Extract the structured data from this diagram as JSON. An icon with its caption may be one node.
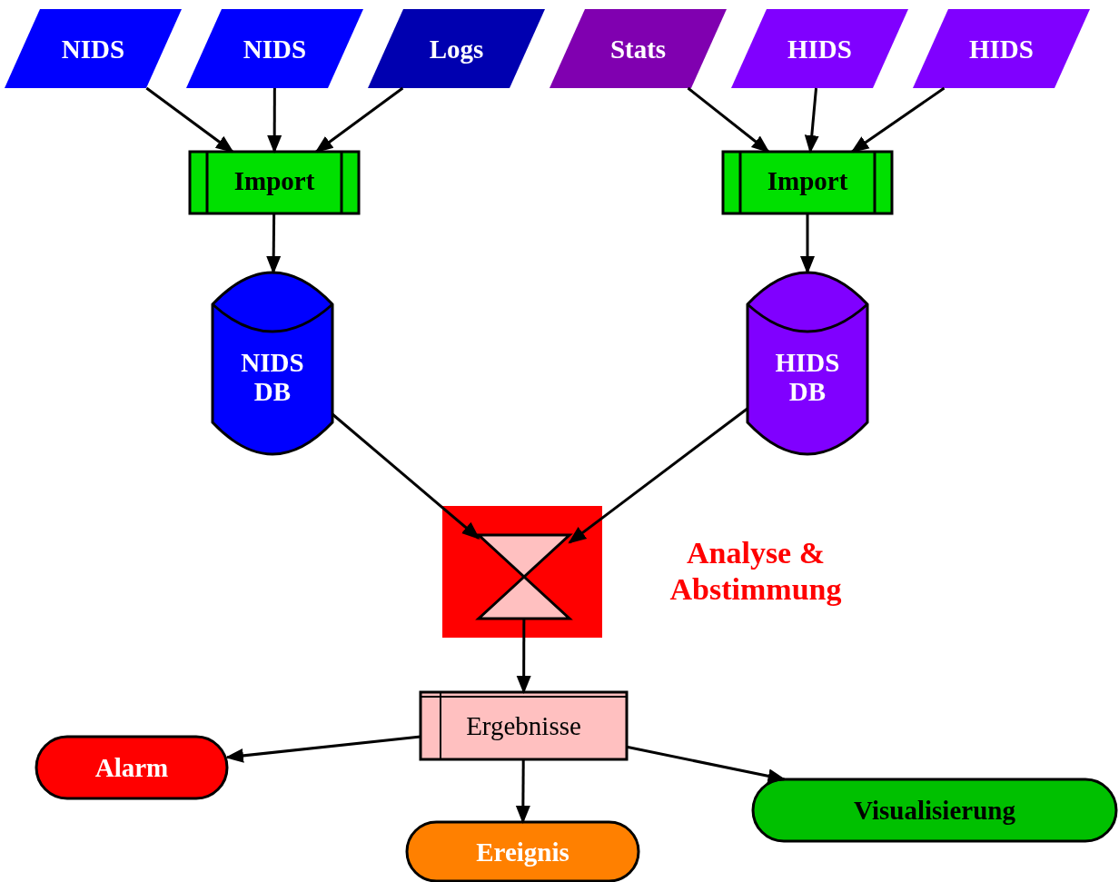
{
  "diagram": {
    "nodes": [
      {
        "text": [
          "NIDS"
        ]
      },
      {
        "text": [
          "NIDS"
        ]
      },
      {
        "text": [
          "Logs"
        ]
      },
      {
        "text": [
          "Stats"
        ]
      },
      {
        "text": [
          "HIDS"
        ]
      },
      {
        "text": [
          "HIDS"
        ]
      },
      {
        "text": [
          "Import"
        ]
      },
      {
        "text": [
          "Import"
        ]
      },
      {
        "text": [
          "NIDS DB"
        ]
      },
      {
        "text": [
          "HIDS DB"
        ]
      },
      {
        "text": [
          "Analyse & Abstimmung"
        ]
      },
      {
        "text": [
          "Ergebnisse"
        ]
      },
      {
        "text": [
          "Alarm"
        ]
      },
      {
        "text": [
          "Ereignis"
        ]
      },
      {
        "text": [
          "Visualisierung"
        ]
      }
    ],
    "edges": [
      {
        "from": 0,
        "to": 6,
        "arrow": "to"
      },
      {
        "from": 1,
        "to": 6,
        "arrow": "to"
      },
      {
        "from": 2,
        "to": 6,
        "arrow": "to"
      },
      {
        "from": 3,
        "to": 7,
        "arrow": "to"
      },
      {
        "from": 4,
        "to": 7,
        "arrow": "to"
      },
      {
        "from": 5,
        "to": 7,
        "arrow": "to"
      },
      {
        "from": 6,
        "to": 8,
        "arrow": "to"
      },
      {
        "from": 7,
        "to": 9,
        "arrow": "to"
      },
      {
        "from": 8,
        "to": 10,
        "arrow": "to"
      },
      {
        "from": 9,
        "to": 10,
        "arrow": "to"
      },
      {
        "from": 10,
        "to": 11,
        "arrow": "to"
      },
      {
        "from": 11,
        "to": 12,
        "arrow": "to"
      },
      {
        "from": 11,
        "to": 13,
        "arrow": "to"
      },
      {
        "from": 11,
        "to": 14,
        "arrow": "to"
      }
    ]
  }
}
